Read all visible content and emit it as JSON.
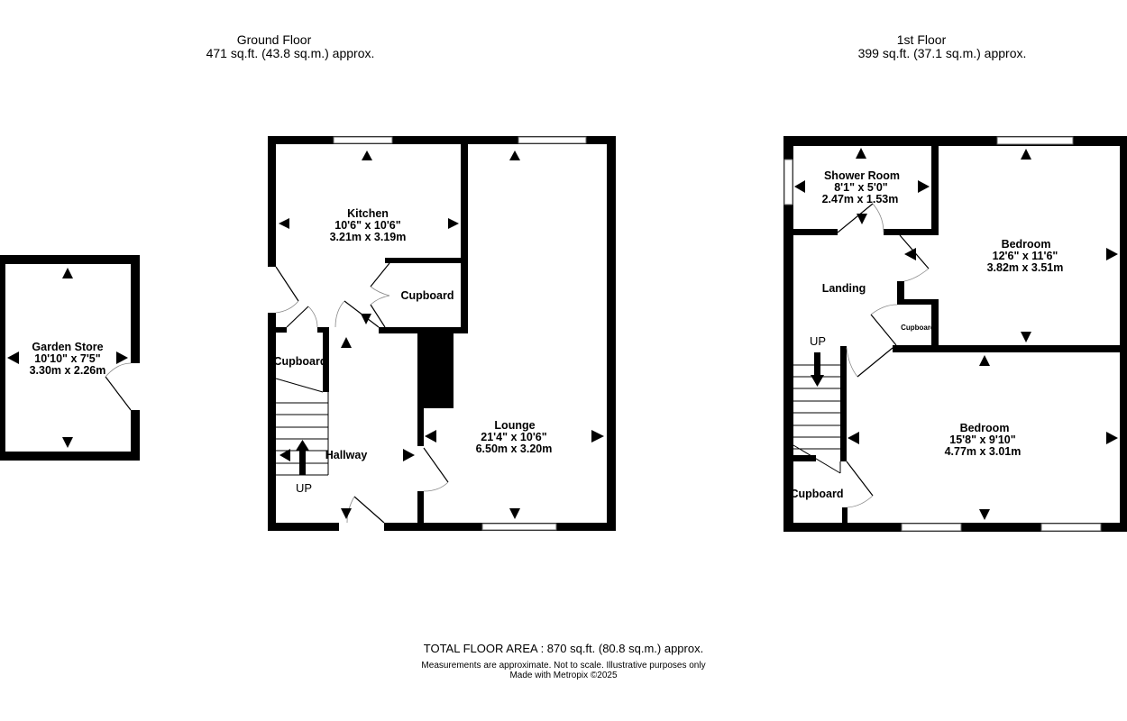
{
  "ground_floor": {
    "title": "Ground Floor",
    "area": "471 sq.ft. (43.8 sq.m.) approx.",
    "rooms": {
      "kitchen": {
        "name": "Kitchen",
        "imperial": "10'6\"  x 10'6\"",
        "metric": "3.21m  x 3.19m"
      },
      "lounge": {
        "name": "Lounge",
        "imperial": "21'4\"  x 10'6\"",
        "metric": "6.50m  x 3.20m"
      },
      "garden_store": {
        "name": "Garden Store",
        "imperial": "10'10\"  x 7'5\"",
        "metric": "3.30m  x 2.26m"
      },
      "cupboard1": {
        "name": "Cupboard"
      },
      "cupboard2": {
        "name": "Cupboard"
      },
      "hallway": {
        "name": "Hallway"
      }
    },
    "stairs_label": "UP"
  },
  "first_floor": {
    "title": "1st Floor",
    "area": "399 sq.ft. (37.1 sq.m.) approx.",
    "rooms": {
      "shower": {
        "name": "Shower Room",
        "imperial": "8'1\"  x 5'0\"",
        "metric": "2.47m  x 1.53m"
      },
      "bedroom1": {
        "name": "Bedroom",
        "imperial": "12'6\"  x 11'6\"",
        "metric": "3.82m  x 3.51m"
      },
      "bedroom2": {
        "name": "Bedroom",
        "imperial": "15'8\"  x 9'10\"",
        "metric": "4.77m  x 3.01m"
      },
      "landing": {
        "name": "Landing"
      },
      "cupboard1": {
        "name": "Cupboard"
      },
      "cupboard2": {
        "name": "Cupboard"
      }
    },
    "stairs_label": "UP"
  },
  "footer": {
    "total": "TOTAL FLOOR AREA : 870 sq.ft. (80.8 sq.m.) approx.",
    "disclaimer": "Measurements are approximate.  Not to scale.  Illustrative purposes only",
    "credit": "Made with Metropix ©2025"
  }
}
